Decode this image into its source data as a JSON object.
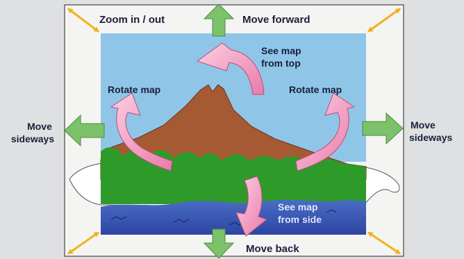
{
  "labels": {
    "zoom": "Zoom in / out",
    "forward": "Move forward",
    "back": "Move back",
    "top_line1": "See map",
    "top_line2": "from top",
    "side_line1": "See map",
    "side_line2": "from side",
    "rotate_left": "Rotate map",
    "rotate_right": "Rotate map",
    "sideways_left_line1": "Move",
    "sideways_left_line2": "sideways",
    "sideways_right_line1": "Move",
    "sideways_right_line2": "sideways"
  },
  "colors": {
    "sky": "#8fc6e8",
    "mountain": "#a55a34",
    "grass": "#2e9a2a",
    "water": "#3456b4",
    "green_arrow": "#7cc26a",
    "pink_arrow": "#f2a0c4",
    "yellow_arrow": "#f0b21e"
  },
  "icons": [
    "zoom-arrow-icon",
    "move-arrow-icon",
    "rotate-arrow-icon"
  ]
}
